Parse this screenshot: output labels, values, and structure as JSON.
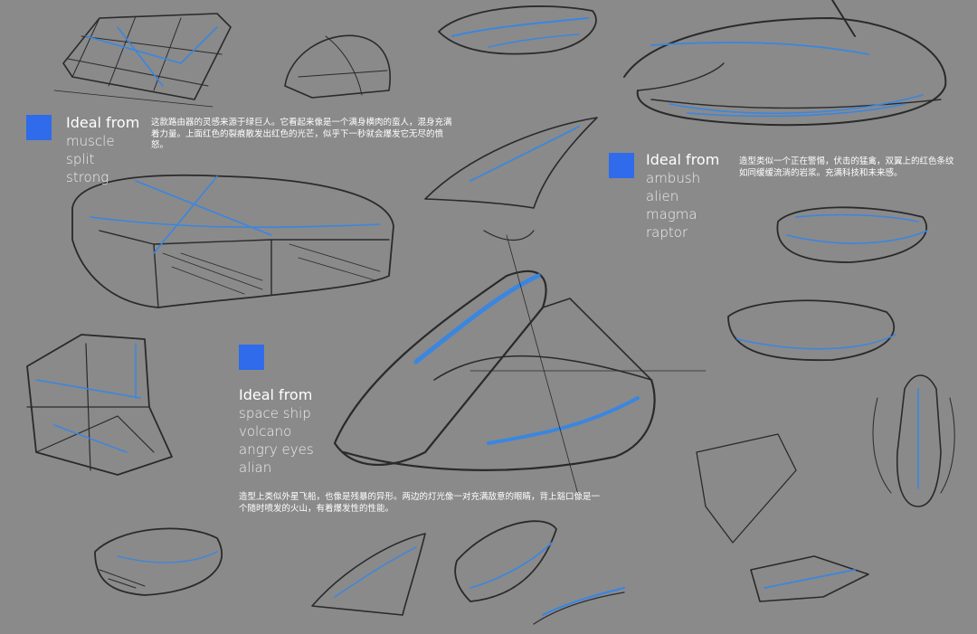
{
  "colors": {
    "background": "#8a8a8a",
    "accent_square": "#2f6bea",
    "sketch_line": "#2a2a2a",
    "sketch_highlight": "#3a86e0",
    "text": "#ffffff"
  },
  "blocks": [
    {
      "heading": "Ideal from",
      "keywords": [
        "muscle",
        "split",
        "strong"
      ],
      "description": "这款路由器的灵感来源于绿巨人。它看起来像是一个满身横肉的蛮人，混身充满着力量。上面红色的裂痕散发出红色的光芒，似乎下一秒就会爆发它无尽的愤怒。"
    },
    {
      "heading": "Ideal from",
      "keywords": [
        "ambush",
        "alien",
        "magma",
        "raptor"
      ],
      "description": "造型类似一个正在警惕，伏击的猛禽，双翼上的红色条纹如同缓缓流淌的岩浆。充满科技和未来感。"
    },
    {
      "heading": "Ideal from",
      "keywords": [
        "space ship",
        "volcano",
        "angry eyes",
        "alian"
      ],
      "description": "造型上类似外星飞船，也像是残暴的异形。两边的灯光像一对充满敌意的眼睛，背上豁口像是一个随时喷发的火山，有着爆发性的性能。"
    }
  ]
}
